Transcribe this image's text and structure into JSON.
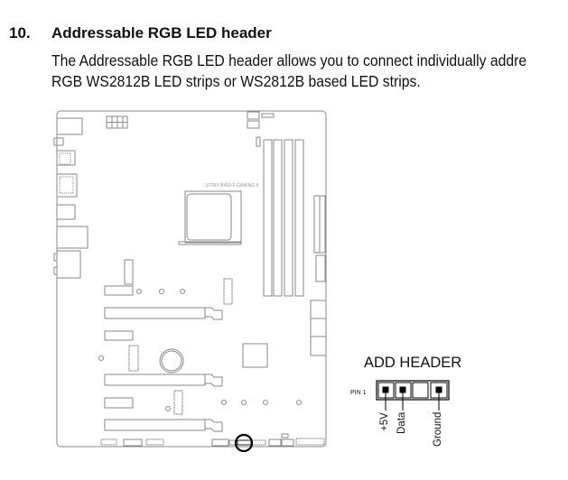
{
  "section": {
    "number": "10.",
    "title": "Addressable RGB LED header",
    "paragraph_lines": [
      "The Addressable RGB LED header allows you to connect individually addre",
      "RGB WS2812B LED strips or WS2812B based LED strips."
    ]
  },
  "board": {
    "model_label": "STRIX B450-F GAMING II"
  },
  "header_diagram": {
    "title": "ADD HEADER",
    "pin1_label": "PIN 1",
    "pins": [
      "+5V",
      "Data",
      "",
      "Ground"
    ]
  }
}
